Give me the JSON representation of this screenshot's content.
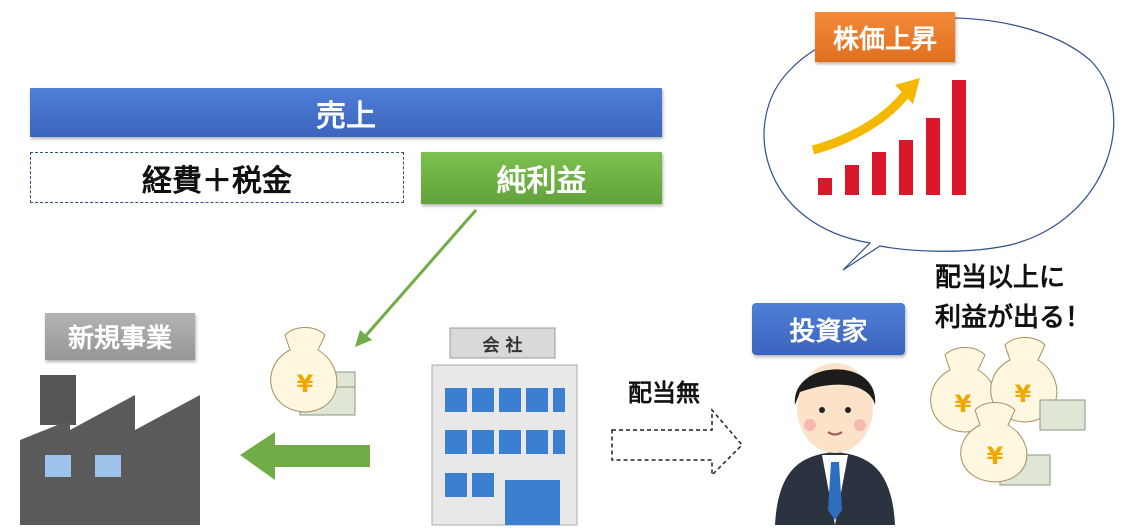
{
  "bars": {
    "sales": "売上",
    "costs": "経費＋税金",
    "profit": "純利益"
  },
  "labels": {
    "new_business": "新規事業",
    "company_sign": "会 社",
    "no_dividend": "配当無",
    "investor": "投資家",
    "stock_rise": "株価上昇",
    "benefit_line1": "配当以上に",
    "benefit_line2": "利益が出る！",
    "yen": "¥"
  },
  "colors": {
    "blue": "#4472c4",
    "green": "#70ad47",
    "gray": "#a5a5a5",
    "orange": "#ed7d31",
    "red": "#d9162a",
    "yellow": "#f5b800"
  }
}
